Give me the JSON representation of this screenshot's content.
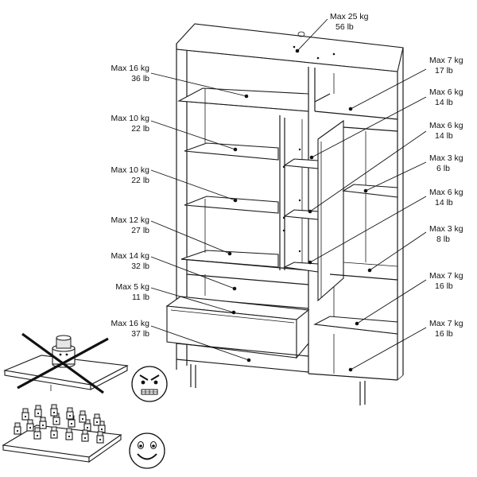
{
  "load_labels": [
    {
      "id": "top",
      "kg": "Max 25 kg",
      "lb": "56 lb"
    },
    {
      "id": "left-1",
      "kg": "Max 16 kg",
      "lb": "36 lb"
    },
    {
      "id": "left-2",
      "kg": "Max 10 kg",
      "lb": "22 lb"
    },
    {
      "id": "left-3",
      "kg": "Max 10 kg",
      "lb": "22 lb"
    },
    {
      "id": "left-4",
      "kg": "Max 12 kg",
      "lb": "27 lb"
    },
    {
      "id": "left-5",
      "kg": "Max 14 kg",
      "lb": "32 lb"
    },
    {
      "id": "left-6",
      "kg": "Max 5 kg",
      "lb": "11 lb"
    },
    {
      "id": "left-7",
      "kg": "Max 16 kg",
      "lb": "37 lb"
    },
    {
      "id": "right-1",
      "kg": "Max 7 kg",
      "lb": "17 lb"
    },
    {
      "id": "right-2",
      "kg": "Max 6 kg",
      "lb": "14 lb"
    },
    {
      "id": "right-3",
      "kg": "Max 6 kg",
      "lb": "14 lb"
    },
    {
      "id": "right-4",
      "kg": "Max 3 kg",
      "lb": "6 lb"
    },
    {
      "id": "right-5",
      "kg": "Max 6 kg",
      "lb": "14 lb"
    },
    {
      "id": "right-6",
      "kg": "Max 3 kg",
      "lb": "8 lb"
    },
    {
      "id": "right-7",
      "kg": "Max 7 kg",
      "lb": "16 lb"
    },
    {
      "id": "right-8",
      "kg": "Max 7 kg",
      "lb": "16 lb"
    }
  ],
  "icons": {
    "wrong": "crossed-out-concentrated-load-icon",
    "right": "distributed-load-icon",
    "sad_face": "angry-face-icon",
    "happy_face": "smiley-face-icon"
  }
}
